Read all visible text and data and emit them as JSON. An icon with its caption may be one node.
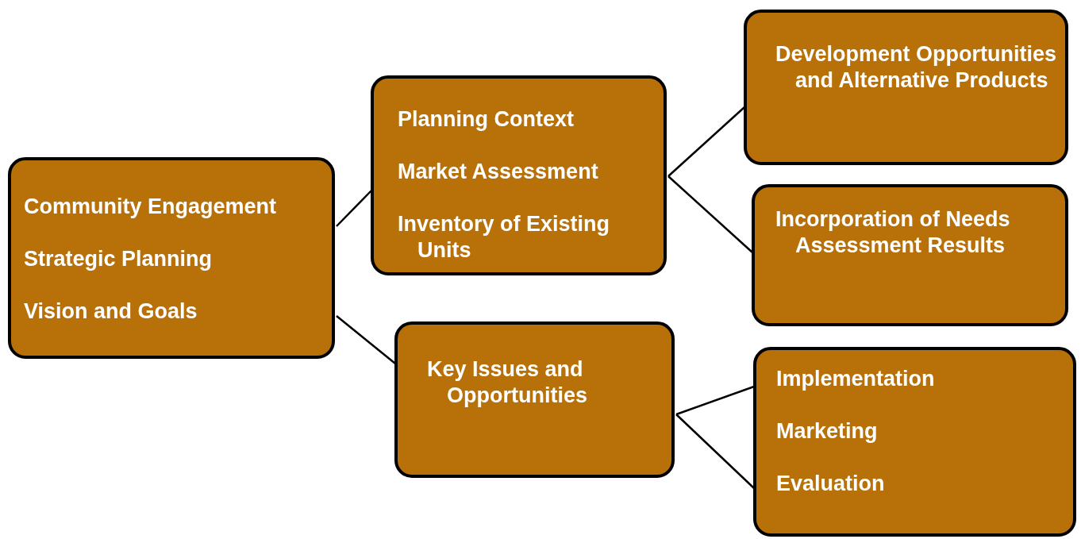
{
  "diagram": {
    "nodes": [
      {
        "text": [
          "Community Engagement",
          "Strategic Planning",
          "Vision and Goals"
        ]
      },
      {
        "text": [
          "Planning Context",
          "Market Assessment",
          "Inventory of Existing Units"
        ]
      },
      {
        "text": [
          "Key Issues and Opportunities"
        ]
      },
      {
        "text": [
          "Development Opportunities and Alternative Products"
        ]
      },
      {
        "text": [
          "Incorporation of Needs Assessment Results"
        ]
      },
      {
        "text": [
          "Implementation",
          "Marketing",
          "Evaluation"
        ]
      }
    ],
    "edges": [
      {
        "from": 0,
        "to": 1,
        "arrow": "none"
      },
      {
        "from": 0,
        "to": 2,
        "arrow": "none"
      },
      {
        "from": 1,
        "to": 3,
        "arrow": "none"
      },
      {
        "from": 1,
        "to": 4,
        "arrow": "none"
      },
      {
        "from": 2,
        "to": 5,
        "arrow": "none"
      },
      {
        "from": 2,
        "to": 5,
        "arrow": "none"
      }
    ]
  }
}
